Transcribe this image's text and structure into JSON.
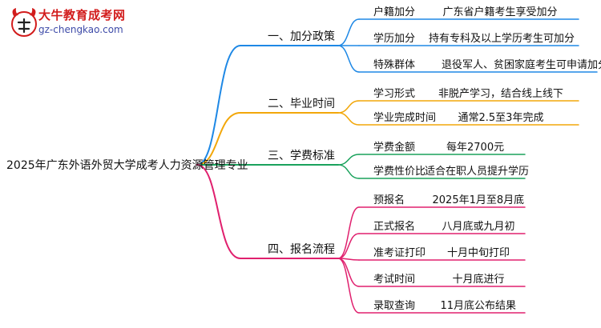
{
  "logo": {
    "title": "大牛教育成考网",
    "url": "gz-chengkao.com"
  },
  "colors": {
    "blue": "#1e88e5",
    "orange": "#f2a70a",
    "green": "#1aa25c",
    "pink": "#e0206e"
  },
  "root": "2025年广东外语外贸大学成考人力资源管理专业",
  "branches": [
    {
      "label": "一、加分政策",
      "color": "blue",
      "leaves": [
        {
          "name": "户籍加分",
          "value": "广东省户籍考生享受加分"
        },
        {
          "name": "学历加分",
          "value": "持有专科及以上学历考生可加分"
        },
        {
          "name": "特殊群体",
          "value": "退役军人、贫困家庭考生可申请加分"
        }
      ]
    },
    {
      "label": "二、毕业时间",
      "color": "orange",
      "leaves": [
        {
          "name": "学习形式",
          "value": "非脱产学习，结合线上线下"
        },
        {
          "name": "学业完成时间",
          "value": "通常2.5至3年完成"
        }
      ]
    },
    {
      "label": "三、学费标准",
      "color": "green",
      "leaves": [
        {
          "name": "学费金额",
          "value": "每年2700元"
        },
        {
          "name": "学费性价比",
          "value": "适合在职人员提升学历"
        }
      ]
    },
    {
      "label": "四、报名流程",
      "color": "pink",
      "leaves": [
        {
          "name": "预报名",
          "value": "2025年1月至8月底"
        },
        {
          "name": "正式报名",
          "value": "八月底或九月初"
        },
        {
          "name": "准考证打印",
          "value": "十月中旬打印"
        },
        {
          "name": "考试时间",
          "value": "十月底进行"
        },
        {
          "name": "录取查询",
          "value": "11月底公布结果"
        }
      ]
    }
  ]
}
